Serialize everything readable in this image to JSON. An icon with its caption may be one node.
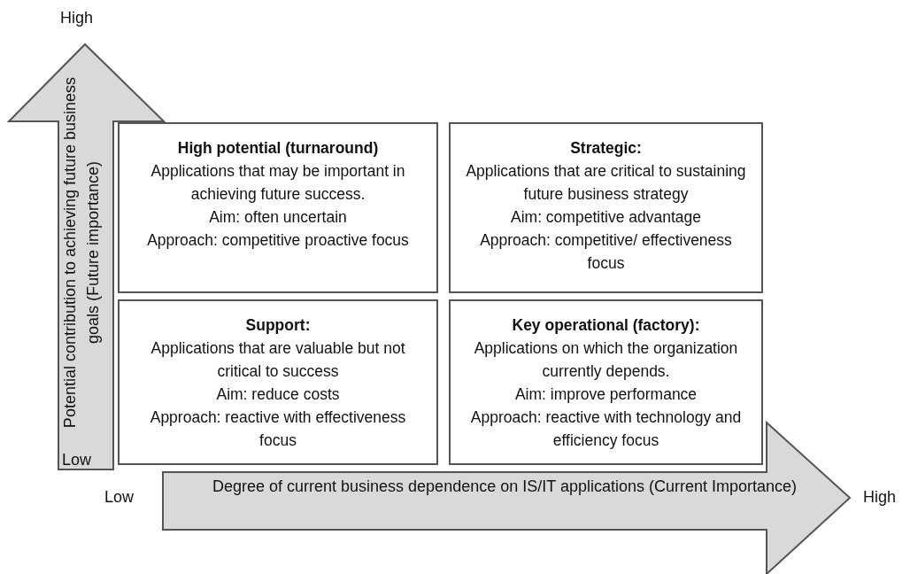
{
  "diagram": {
    "nodes": [
      {
        "text": [
          "High potential (turnaround)",
          "Applications that may be important in achieving future success.",
          "Aim: often uncertain",
          "Approach: competitive proactive focus"
        ]
      },
      {
        "text": [
          "**Strategic**:",
          "Applications that are critical to sustaining future business strategy",
          "Aim: competitive advantage",
          "Approach: competitive/ effectiveness focus"
        ]
      },
      {
        "text": [
          "**Support**:",
          "Applications that are valuable but not critical to success",
          "Aim: reduce costs",
          "Approach: reactive with effectiveness focus"
        ]
      },
      {
        "text": [
          "Key operational (factory):",
          "Applications on which the organization currently depends.",
          "Aim: improve performance",
          "Approach: reactive with technology and efficiency focus"
        ]
      }
    ],
    "labels": [
      "High",
      "Potential contribution to achieving future business goals (Future importance)",
      "Low",
      "Low",
      "Degree of current business dependence on IS/IT applications (Current Importance)",
      "High"
    ]
  }
}
